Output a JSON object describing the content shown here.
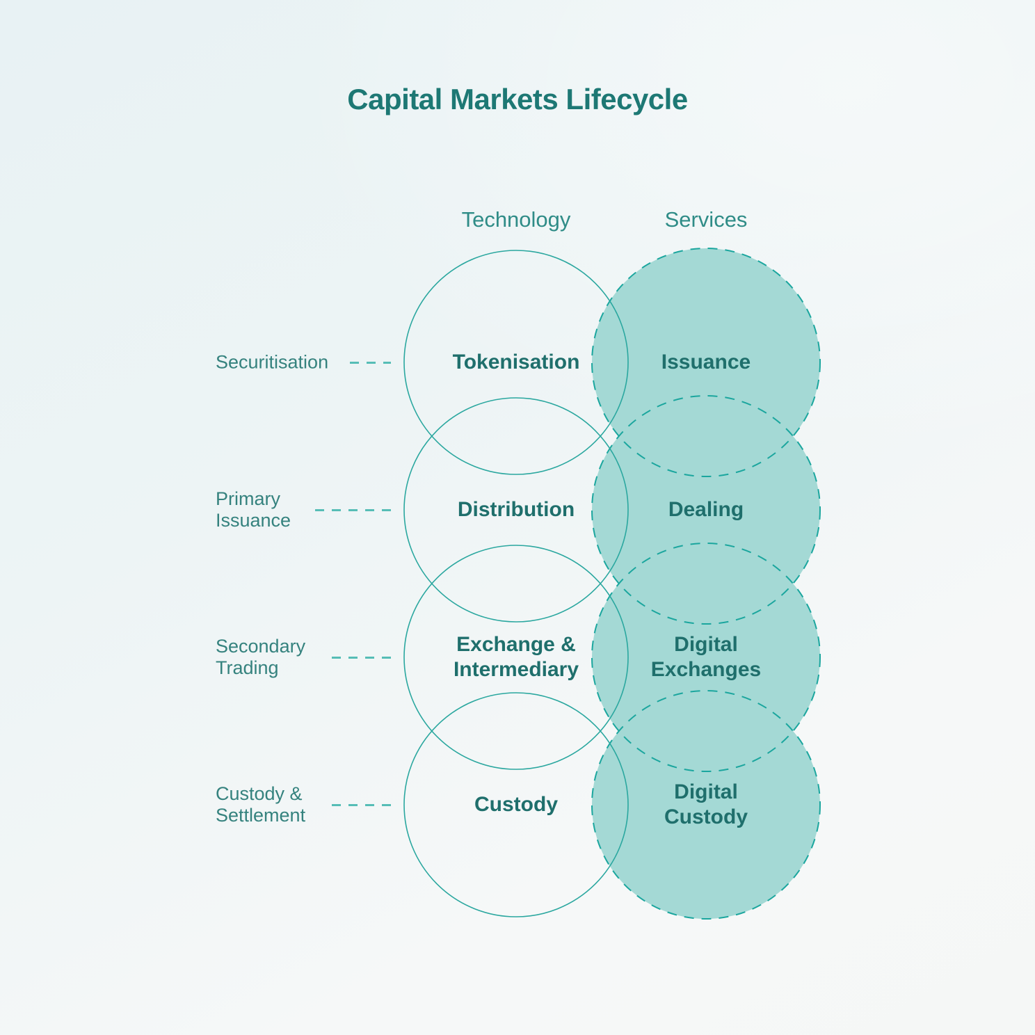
{
  "title": "Capital Markets Lifecycle",
  "columns": {
    "technology": "Technology",
    "services": "Services"
  },
  "rows": [
    {
      "stage": "Securitisation",
      "technology": "Tokenisation",
      "service": "Issuance"
    },
    {
      "stage": "Primary\nIssuance",
      "technology": "Distribution",
      "service": "Dealing"
    },
    {
      "stage": "Secondary\nTrading",
      "technology": "Exchange &\nIntermediary",
      "service": "Digital\nExchanges"
    },
    {
      "stage": "Custody &\nSettlement",
      "technology": "Custody",
      "service": "Digital\nCustody"
    }
  ],
  "colors": {
    "title_text": "#1d7874",
    "column_header_text": "#2f8c87",
    "stage_label_text": "#35827e",
    "circle_label_text": "#1f6f6c",
    "connector_dash": "#56bdb6",
    "technology_circle_stroke": "#2aa79f",
    "services_circle_fill": "#a4d9d5",
    "services_circle_dash_stroke": "#1ba69e",
    "background_top": "#e8f2f4",
    "background_bottom": "#f6f8f8"
  }
}
